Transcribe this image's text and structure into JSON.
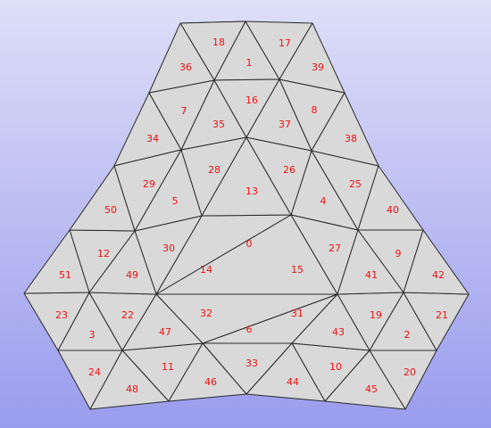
{
  "diagram": {
    "face_labels": [
      "0",
      "1",
      "2",
      "3",
      "4",
      "5",
      "6",
      "7",
      "8",
      "9",
      "10",
      "11",
      "12",
      "13",
      "14",
      "15",
      "16",
      "17",
      "18",
      "19",
      "20",
      "21",
      "22",
      "23",
      "24",
      "25",
      "26",
      "27",
      "28",
      "29",
      "30",
      "31",
      "32",
      "33",
      "34",
      "35",
      "36",
      "37",
      "38",
      "39",
      "40",
      "41",
      "42",
      "43",
      "44",
      "45",
      "46",
      "47",
      "48",
      "49",
      "50",
      "51"
    ],
    "colors": {
      "face_fill": "#d9d9d9",
      "edge": "#2a2a2a",
      "label": "#ee1111",
      "background_top": "#dedff8",
      "background_bottom": "#9a9cee"
    }
  }
}
